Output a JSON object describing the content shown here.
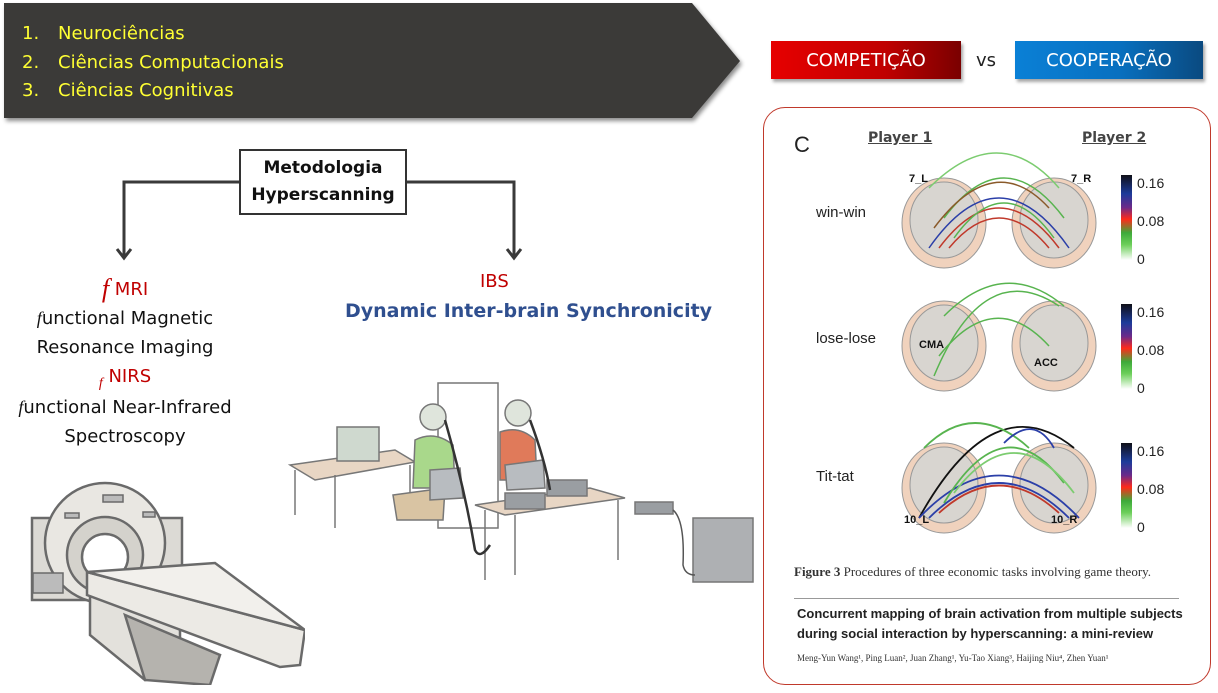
{
  "banner": {
    "items": [
      {
        "num": "1.",
        "label": "Neurociências"
      },
      {
        "num": "2.",
        "label": "Ciências Computacionais"
      },
      {
        "num": "3.",
        "label": "Ciências Cognitivas"
      }
    ],
    "bg_color": "#3b3a38",
    "text_color": "#ffff33"
  },
  "comparison": {
    "left_label": "COMPETIÇÃO",
    "vs_label": "vs",
    "right_label": "COOPERAÇÃO",
    "left_color": "#d00000",
    "right_color": "#0a72c4"
  },
  "methodology": {
    "box_line1": "Metodologia",
    "box_line2": "Hyperscanning",
    "left": {
      "fmri_prefix": "f",
      "fmri_acronym": "MRI",
      "fmri_full_prefix": "f",
      "fmri_full_line1": "unctional Magnetic",
      "fmri_full_line2": "Resonance Imaging",
      "fnirs_prefix": "f",
      "fnirs_acronym": "NIRS",
      "fnirs_full_prefix": "f",
      "fnirs_full_line1": "unctional Near-Infrared",
      "fnirs_full_line2": "Spectroscopy"
    },
    "right": {
      "acronym": "IBS",
      "full": "Dynamic Inter-brain Synchronicity"
    }
  },
  "illustrations": {
    "mri_scanner": "mri-scanner-illustration",
    "hyperscanning_setup": "two-subject-fnirs-hyperscanning-setup"
  },
  "paper_figure": {
    "panel_letter": "C",
    "player1": "Player 1",
    "player2": "Player 2",
    "conditions": [
      {
        "label": "win-win",
        "left_region": "7_L",
        "right_region": "7_R"
      },
      {
        "label": "lose-lose",
        "left_region": "CMA",
        "right_region": "ACC"
      },
      {
        "label": "Tit-tat",
        "left_region": "10_L",
        "right_region": "10_R"
      }
    ],
    "colorbar_ticks": [
      "0.16",
      "0.08",
      "0"
    ],
    "caption_bold": "Figure 3",
    "caption_text": " Procedures of three economic tasks involving game theory.",
    "paper_title_line1": "Concurrent mapping of brain activation from multiple subjects",
    "paper_title_line2": "during social interaction by hyperscanning: a mini-review",
    "authors": "Meng-Yun Wang¹, Ping Luan², Juan Zhang¹, Yu-Tao Xiang³, Haijing Niu⁴, Zhen Yuan¹",
    "border_color": "#c0392b"
  }
}
